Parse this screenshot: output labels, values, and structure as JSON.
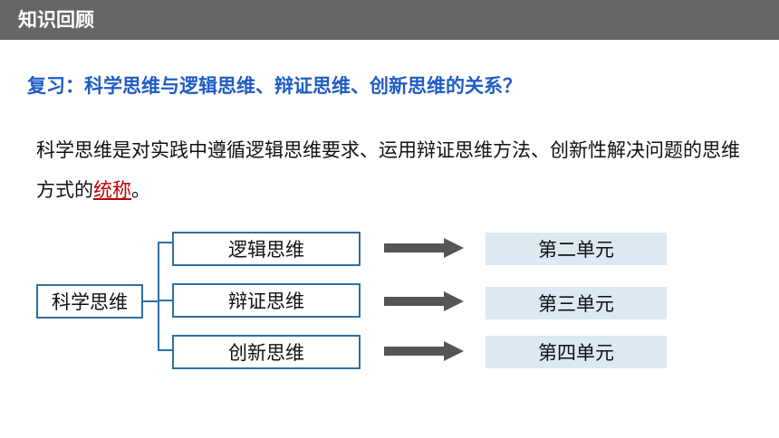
{
  "header": {
    "title": "知识回顾"
  },
  "question": "复习：科学思维与逻辑思维、辩证思维、创新思维的关系？",
  "body": {
    "text_before": "科学思维是对实践中遵循逻辑思维要求、运用辩证思维方法、创新性解决问题的思维方式的",
    "highlight": "统称",
    "text_after": "。"
  },
  "diagram": {
    "root": "科学思维",
    "branches": [
      {
        "label": "逻辑思维",
        "unit": "第二单元"
      },
      {
        "label": "辩证思维",
        "unit": "第三单元"
      },
      {
        "label": "创新思维",
        "unit": "第四单元"
      }
    ]
  },
  "colors": {
    "header_bg": "#666666",
    "question_text": "#1f5cc4",
    "highlight_text": "#c00000",
    "box_border": "#2f6fa3",
    "unit_bg": "#dce9f1",
    "arrow": "#555555"
  }
}
